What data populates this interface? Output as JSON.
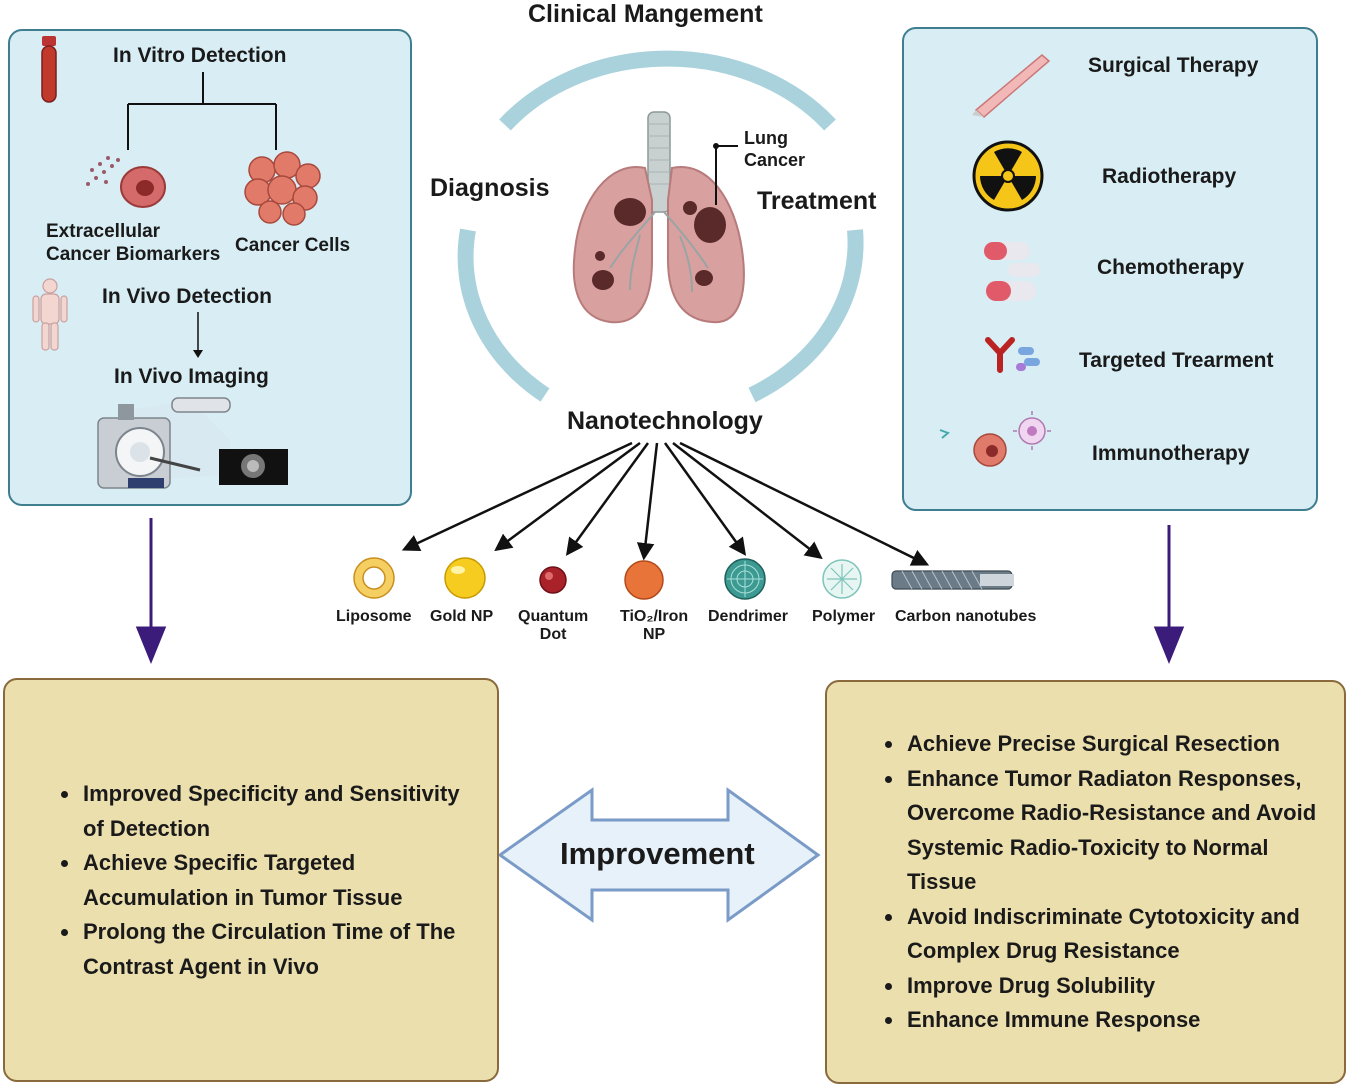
{
  "title": "Clinical Mangement",
  "cycle": {
    "left": "Diagnosis",
    "right": "Treatment",
    "bottom": "Nanotechnology",
    "lung_label": "Lung\nCancer"
  },
  "detection": {
    "in_vitro": "In Vitro Detection",
    "biomarkers": "Extracellular\nCancer Biomarkers",
    "cancer_cells": "Cancer Cells",
    "in_vivo": "In Vivo Detection",
    "imaging": "In Vivo Imaging"
  },
  "treatments": [
    {
      "label": "Surgical Therapy",
      "icon": "scalpel-icon"
    },
    {
      "label": "Radiotherapy",
      "icon": "radiation-icon"
    },
    {
      "label": "Chemotherapy",
      "icon": "pill-icon"
    },
    {
      "label": "Targeted Trearment",
      "icon": "antibody-icon"
    },
    {
      "label": "Immunotherapy",
      "icon": "immune-cell-icon"
    }
  ],
  "nanoparticles": [
    {
      "label": "Liposome",
      "color": "#f2c14e"
    },
    {
      "label": "Gold NP",
      "color": "#f5cc1f"
    },
    {
      "label": "Quantum\nDot",
      "color": "#a9222a"
    },
    {
      "label": "TiO₂/Iron\nNP",
      "color": "#e9743a"
    },
    {
      "label": "Dendrimer",
      "color": "#2f8c86"
    },
    {
      "label": "Polymer",
      "color": "#8fd3c9"
    },
    {
      "label": "Carbon nanotubes",
      "color": "#6b7c88"
    }
  ],
  "improvement": "Improvement",
  "diagnosis_benefits": [
    "Improved Specificity and Sensitivity of Detection",
    "Achieve Specific Targeted Accumulation in Tumor Tissue",
    "Prolong the Circulation Time of The Contrast Agent in Vivo"
  ],
  "treatment_benefits": [
    "Achieve Precise Surgical Resection",
    "Enhance Tumor Radiaton Responses, Overcome Radio-Resistance and Avoid Systemic Radio-Toxicity to Normal Tissue",
    "Avoid Indiscriminate Cytotoxicity and Complex Drug Resistance",
    "Improve Drug Solubility",
    "Enhance Immune Response"
  ],
  "colors": {
    "blue_panel": "#d8eef4",
    "tan_panel": "#ecdfae",
    "cycle_ring": "#a9d2dc",
    "down_arrow": "#3b1c7a"
  }
}
